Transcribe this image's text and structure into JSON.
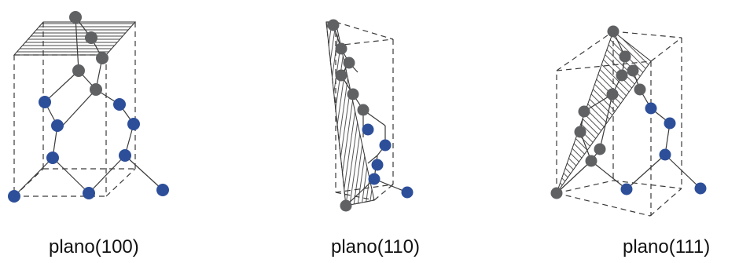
{
  "captions": [
    "plano(100)",
    "plano(110)",
    "plano(111)"
  ],
  "colors": {
    "blue_atom": "#2d4f9a",
    "gray_atom": "#5f6163",
    "line": "#3a3a3a",
    "hatch": "#555555",
    "background": "#ffffff"
  },
  "panels": [
    {
      "plane": "(100)",
      "hatched_face": "top"
    },
    {
      "plane": "(110)",
      "hatched_face": "diagonal"
    },
    {
      "plane": "(111)",
      "hatched_face": "triangle"
    }
  ]
}
